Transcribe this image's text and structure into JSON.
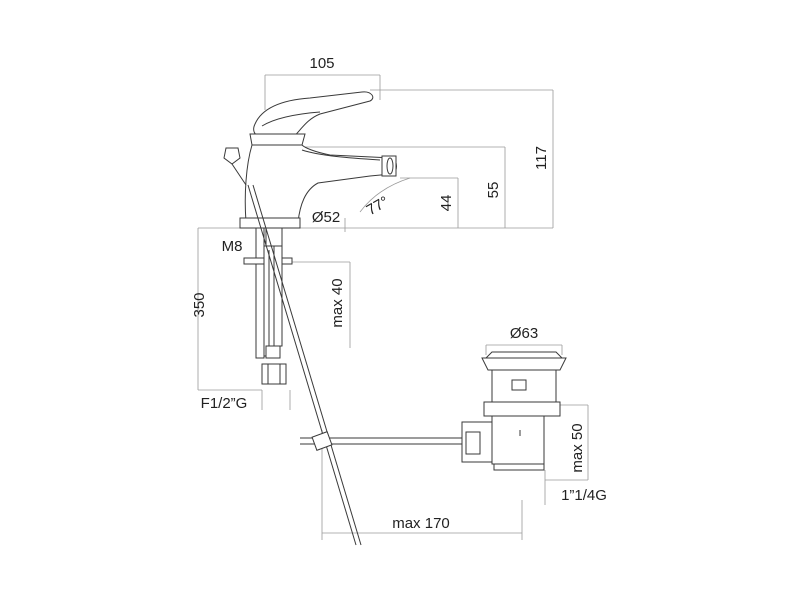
{
  "labels": {
    "width_105": "105",
    "height_117": "117",
    "height_55": "55",
    "height_44": "44",
    "angle_77": "77°",
    "diameter_52": "Ø52",
    "thread_m8": "M8",
    "length_350": "350",
    "max_40": "max 40",
    "thread_f12g": "F1/2”G",
    "diameter_63": "Ø63",
    "max_50": "max 50",
    "thread_114g": "1”1/4G",
    "max_170": "max 170"
  }
}
